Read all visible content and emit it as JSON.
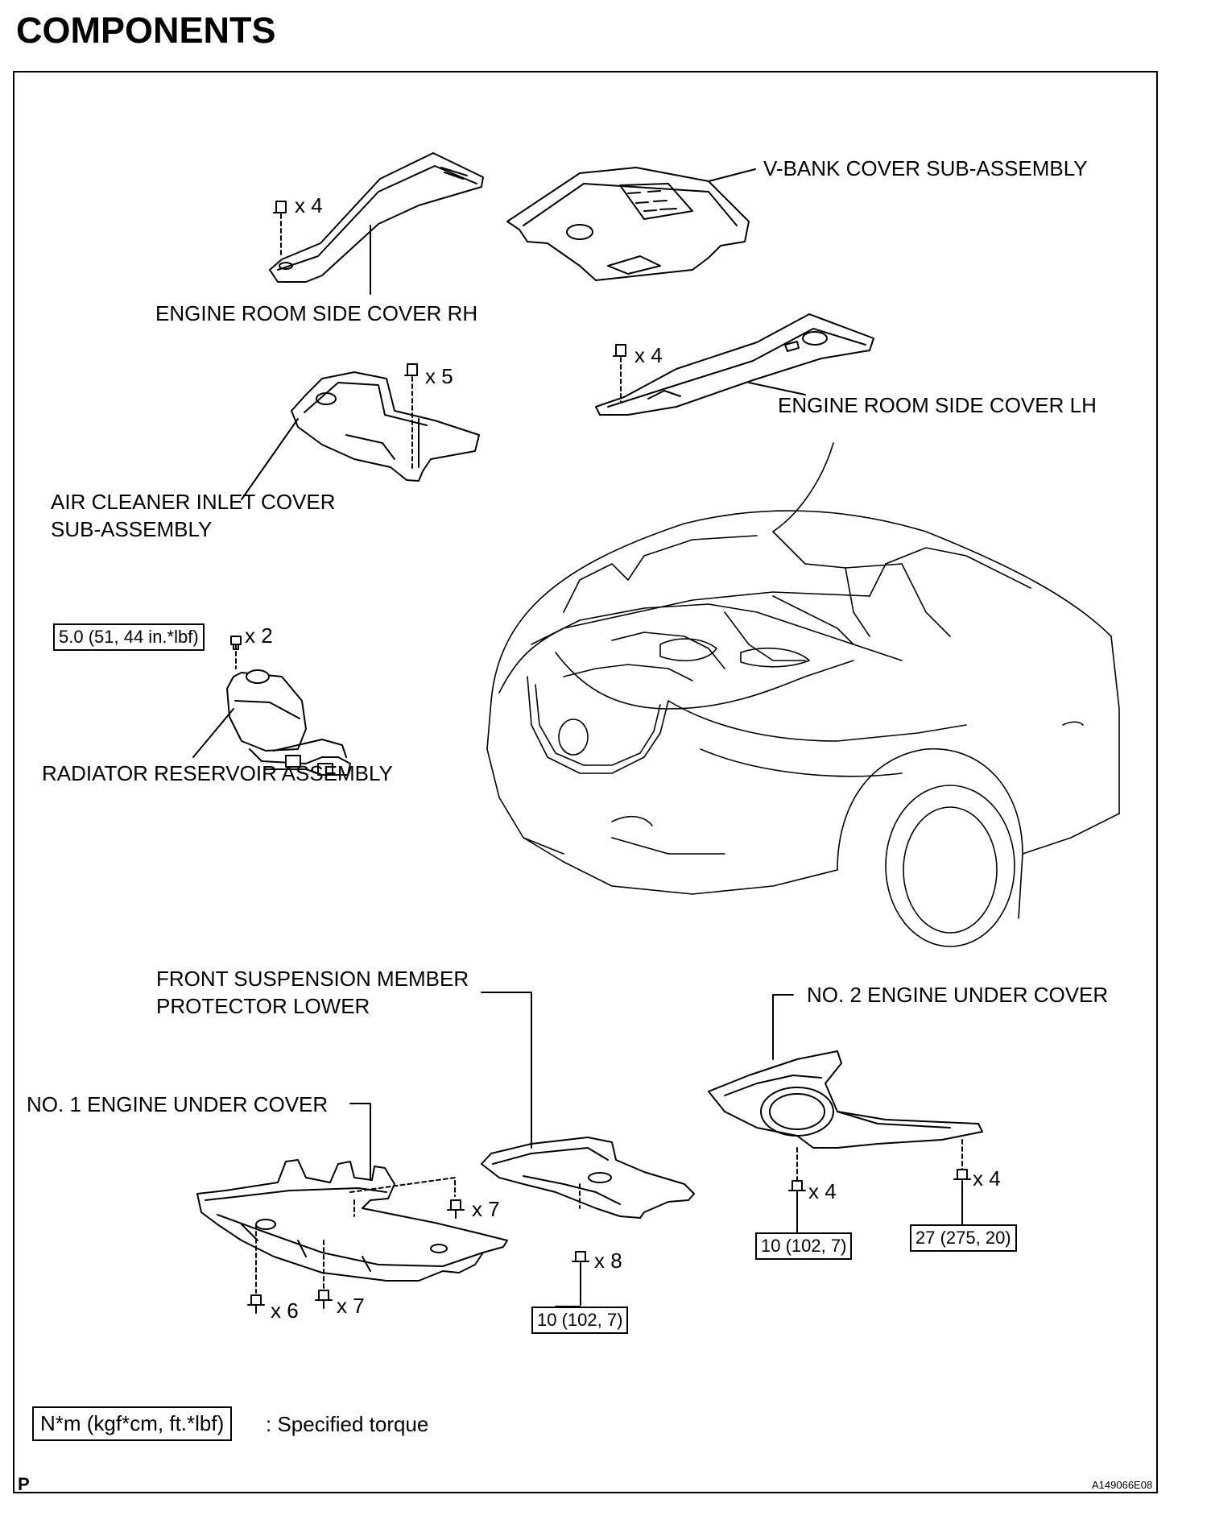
{
  "page": {
    "title": "COMPONENTS",
    "figure_id": "A149066E08",
    "corner_mark": "P"
  },
  "labels": {
    "vbank": "V-BANK COVER SUB-ASSEMBLY",
    "rh": "ENGINE ROOM SIDE COVER RH",
    "lh": "ENGINE ROOM SIDE COVER LH",
    "air_line1": "AIR CLEANER INLET COVER",
    "air_line2": "SUB-ASSEMBLY",
    "reservoir": "RADIATOR RESERVOIR ASSEMBLY",
    "front_line1": "FRONT SUSPENSION MEMBER",
    "front_line2": "PROTECTOR LOWER",
    "no2": "NO. 2 ENGINE UNDER COVER",
    "no1": "NO. 1 ENGINE UNDER COVER"
  },
  "quantities": {
    "rh_clips": "x 4",
    "lh_clips": "x 4",
    "air_clips": "x 5",
    "reservoir_bolts": "x 2",
    "no1_right": "x 7",
    "no1_bottom_left": "x 6",
    "no1_bottom_mid": "x 7",
    "front_bolts": "x 8",
    "no2_left": "x 4",
    "no2_right": "x 4"
  },
  "torques": {
    "reservoir": "5.0 (51, 44 in.*lbf)",
    "front": "10 (102, 7)",
    "no2_left": "10 (102, 7)",
    "no2_right": "27 (275, 20)"
  },
  "legend": {
    "unit_box": "N*m (kgf*cm, ft.*lbf)",
    "description": ": Specified torque"
  }
}
